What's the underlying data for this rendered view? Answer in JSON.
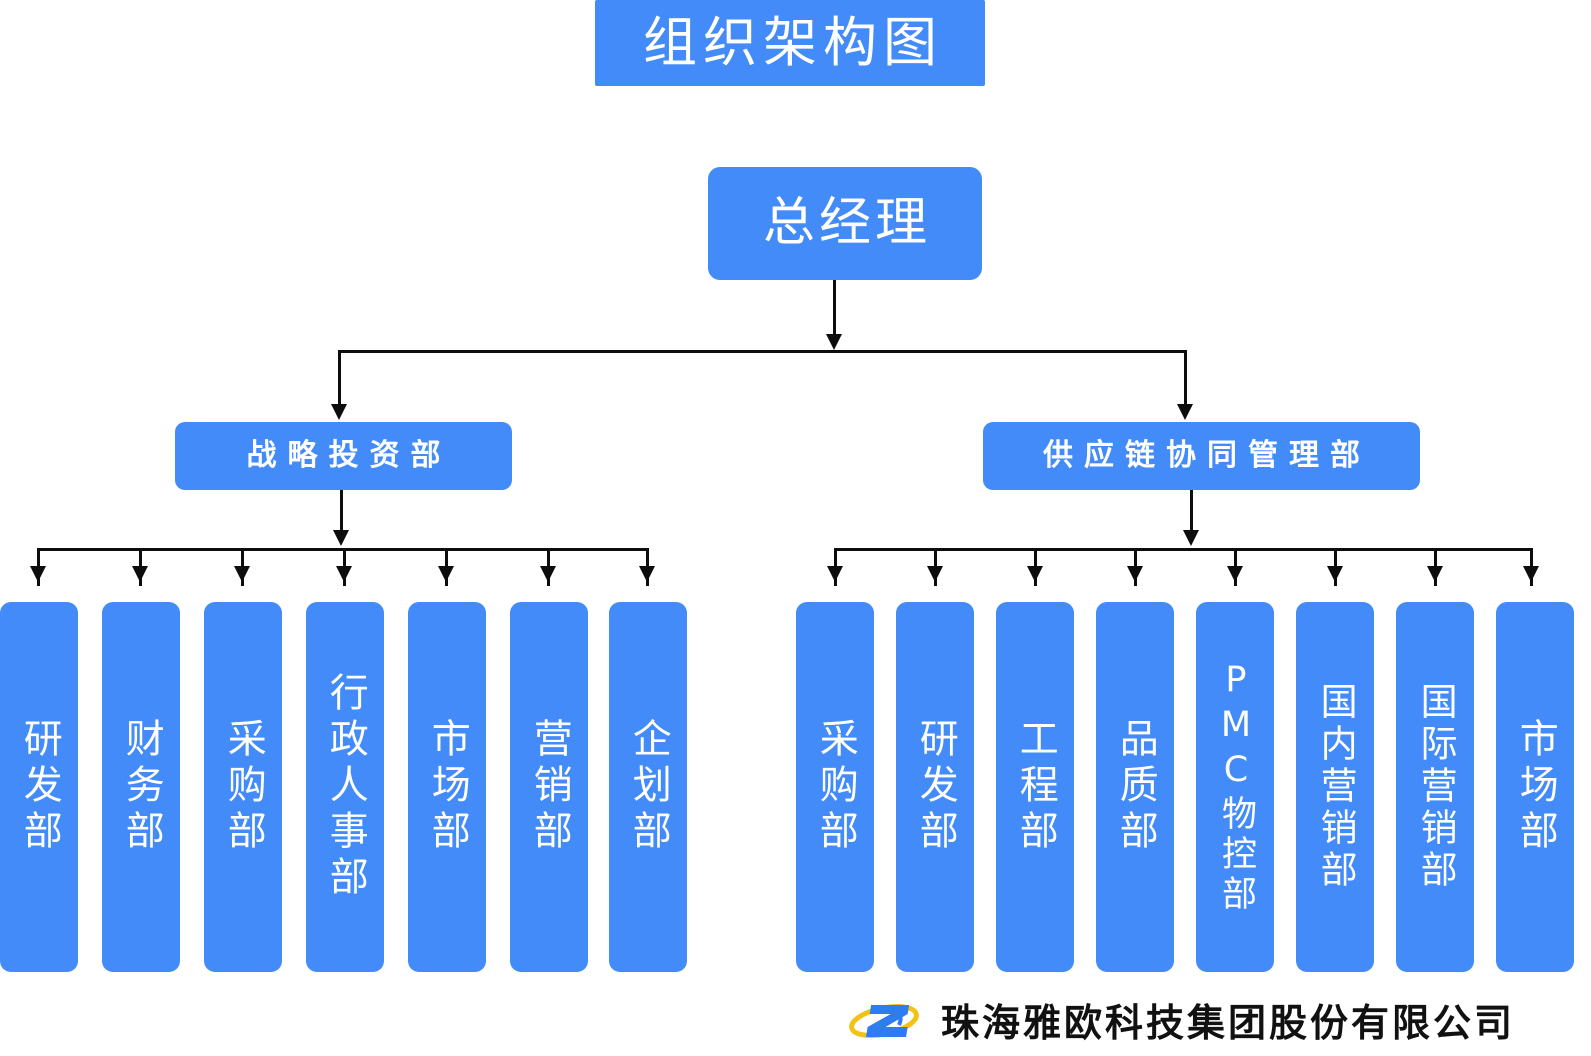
{
  "chart_data": {
    "type": "diagram",
    "diagram_type": "organization-chart",
    "title": "组织架构图",
    "root": "总经理",
    "branches": [
      {
        "name": "战略投资部",
        "children": [
          "研发部",
          "财务部",
          "采购部",
          "行政人事部",
          "市场部",
          "营销部",
          "企划部"
        ]
      },
      {
        "name": "供应链协同管理部",
        "children": [
          "采购部",
          "研发部",
          "工程部",
          "品质部",
          "PMC物控部",
          "国内营销部",
          "国际营销部",
          "市场部"
        ]
      }
    ]
  },
  "header": {
    "title": "组织架构图"
  },
  "root": {
    "label": "总经理"
  },
  "departments": [
    {
      "label": "战略投资部"
    },
    {
      "label": "供应链协同管理部"
    }
  ],
  "left_units": [
    {
      "label": "研发部"
    },
    {
      "label": "财务部"
    },
    {
      "label": "采购部"
    },
    {
      "label": "行政人事部"
    },
    {
      "label": "市场部"
    },
    {
      "label": "营销部"
    },
    {
      "label": "企划部"
    }
  ],
  "right_units": [
    {
      "label": "采购部"
    },
    {
      "label": "研发部"
    },
    {
      "label": "工程部"
    },
    {
      "label": "品质部"
    },
    {
      "label": "PMC物控部"
    },
    {
      "label": "国内营销部"
    },
    {
      "label": "国际营销部"
    },
    {
      "label": "市场部"
    }
  ],
  "footer": {
    "company_name": "珠海雅欧科技集团股份有限公司",
    "logo_name": "yaou-z-swoosh-logo"
  },
  "colors": {
    "box_blue": "#428bf9",
    "line_black": "#0d0d0d",
    "text_white": "#ffffff",
    "logo_blue": "#2f7bf0",
    "logo_gold": "#f2c317",
    "footer_text": "#111111"
  }
}
